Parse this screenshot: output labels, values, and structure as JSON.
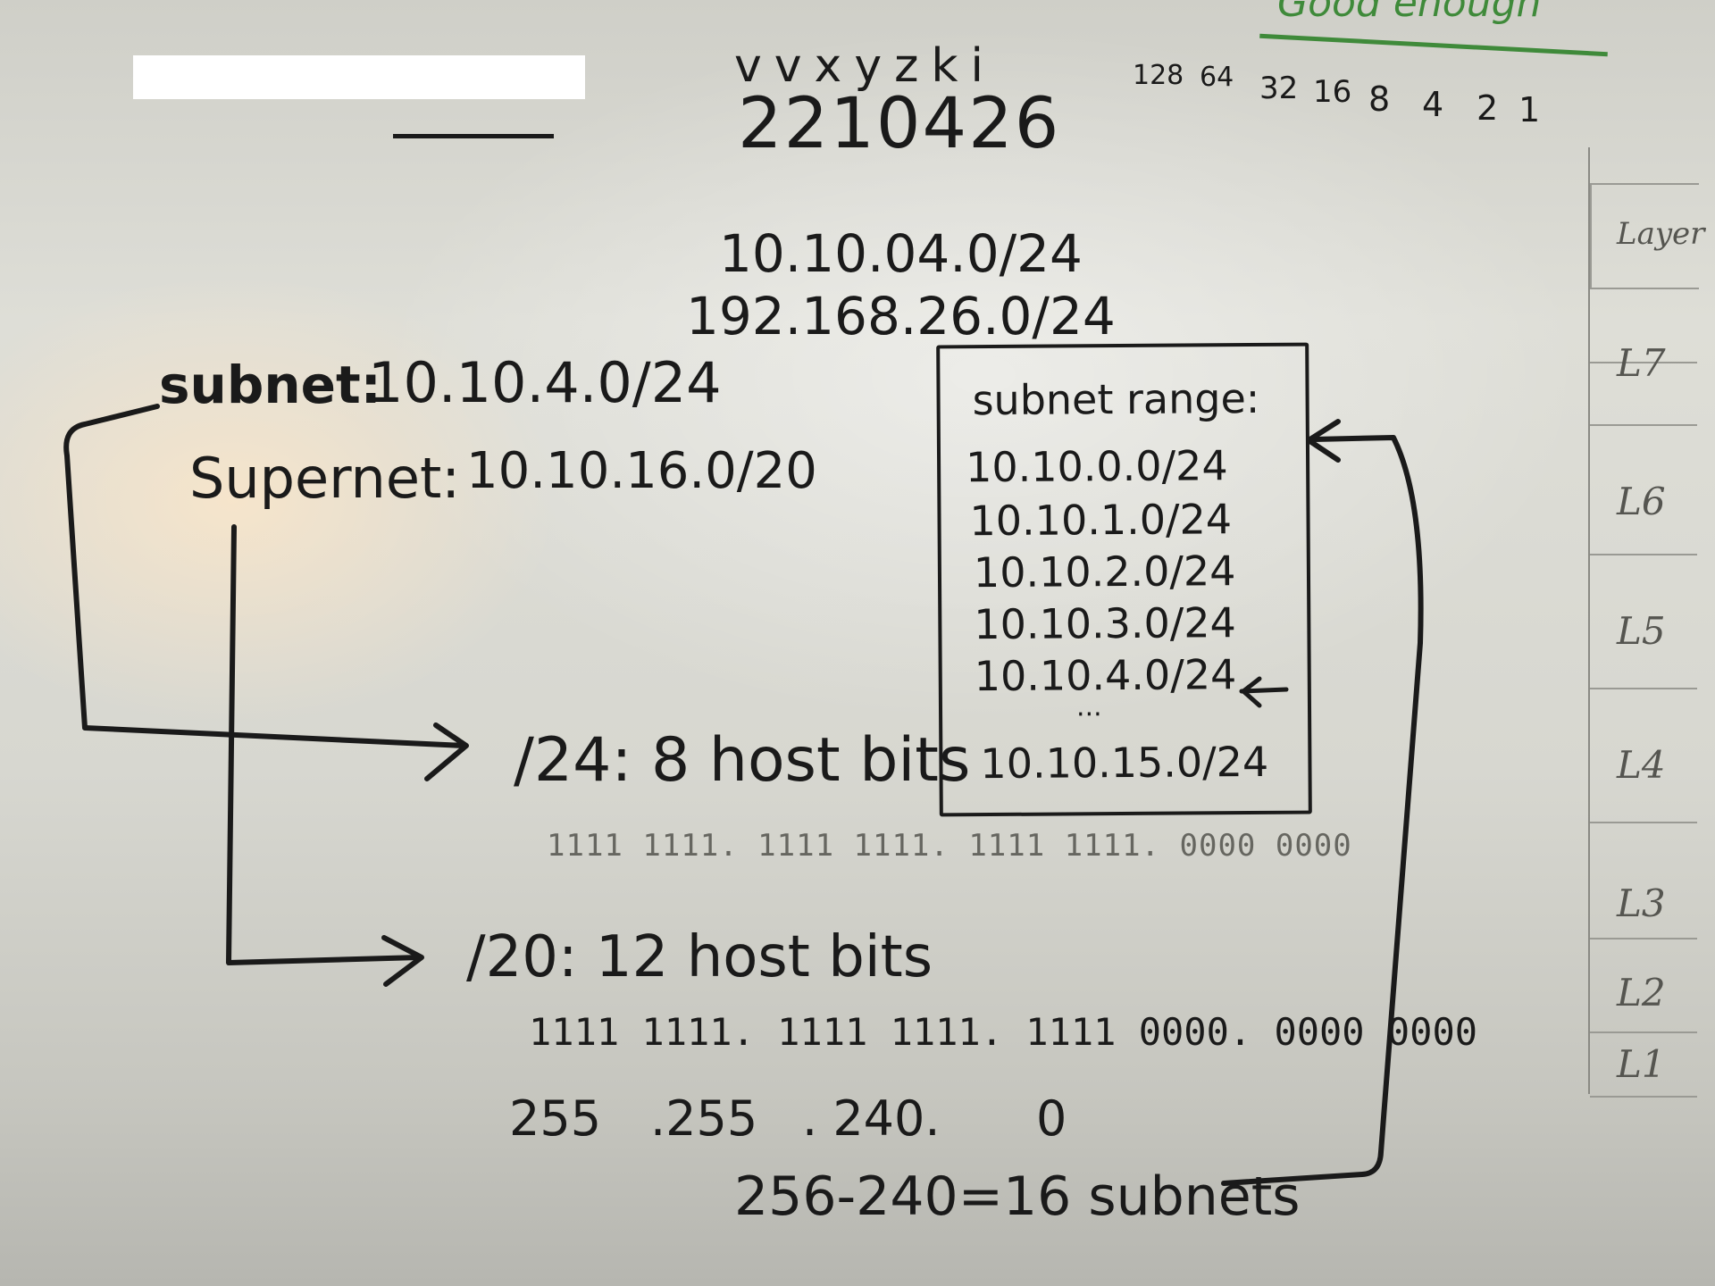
{
  "header": {
    "pattern": "vvxyzki",
    "digits": "2210426",
    "powers": [
      "128",
      "64",
      "32",
      "16",
      "8",
      "4",
      "2",
      "1"
    ],
    "green_note": "Good enough"
  },
  "addresses": {
    "line1": "10.10.04.0/24",
    "line2": "192.168.26.0/24"
  },
  "subnet": {
    "label": "subnet:",
    "value": "10.10.4.0/24"
  },
  "supernet": {
    "label": "Supernet:",
    "value": "10.10.16.0/20"
  },
  "range_box": {
    "title": "subnet range:",
    "items": [
      "10.10.0.0/24",
      "10.10.1.0/24",
      "10.10.2.0/24",
      "10.10.3.0/24",
      "10.10.4.0/24",
      "...",
      "10.10.15.0/24"
    ],
    "marked_item": "10.10.4.0/24"
  },
  "prefix24": {
    "label": "/24: 8 host bits",
    "bits": "1111 1111. 1111 1111. 1111 1111. 0000 0000"
  },
  "prefix20": {
    "label": "/20: 12 host bits",
    "bits": "1111 1111. 1111 1111. 1111 0000. 0000 0000",
    "mask": [
      "255",
      ".255",
      ". 240.",
      "0"
    ]
  },
  "calc": "256-240=16 subnets",
  "layers": {
    "header": "Layer",
    "items": [
      "L7",
      "L6",
      "L5",
      "L4",
      "L3",
      "L2",
      "L1"
    ]
  },
  "colors": {
    "ink": "#1a1a1a",
    "green_marker": "#3f8a3a",
    "redaction": "#ffffff",
    "board": "#d9d9d2"
  }
}
